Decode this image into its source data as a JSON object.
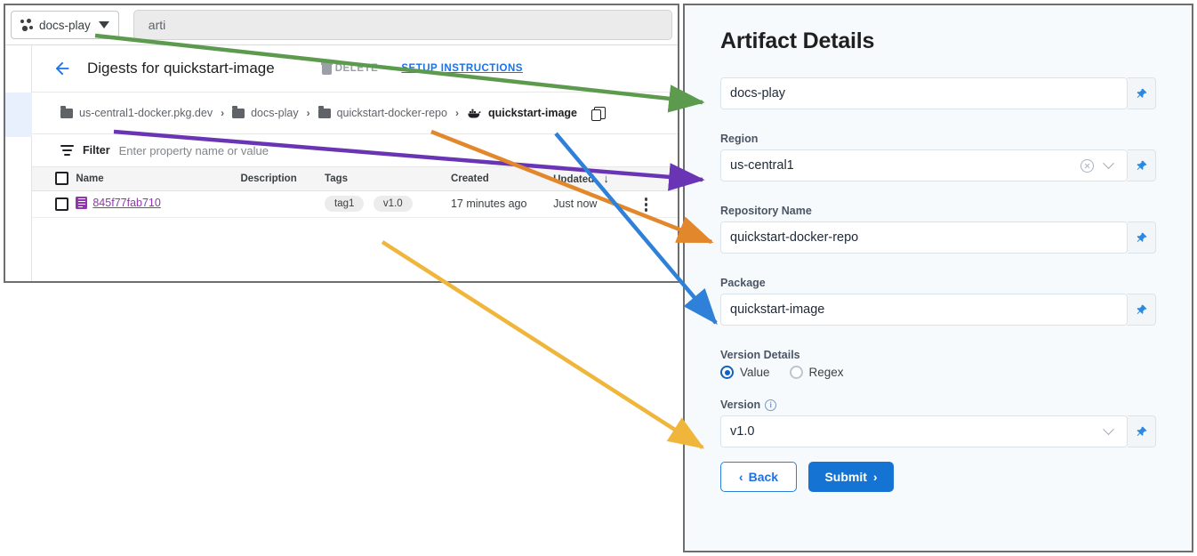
{
  "browser": {
    "project_chip": "docs-play",
    "project_chip_icon": "gcp-dots-icon",
    "omnibox_value": "arti"
  },
  "page": {
    "back_icon": "back-arrow-icon",
    "title": "Digests for quickstart-image",
    "actions": {
      "delete_label": "DELETE",
      "delete_icon": "trash-icon",
      "setup_label": "SETUP INSTRUCTIONS"
    },
    "breadcrumb": [
      {
        "label": "us-central1-docker.pkg.dev",
        "icon": "folder-icon"
      },
      {
        "label": "docs-play",
        "icon": "folder-icon"
      },
      {
        "label": "quickstart-docker-repo",
        "icon": "folder-icon"
      },
      {
        "label": "quickstart-image",
        "icon": "docker-whale-icon"
      }
    ],
    "breadcrumb_separator": "›",
    "copy_icon": "copy-icon",
    "filter": {
      "icon": "filter-icon",
      "label": "Filter",
      "placeholder": "Enter property name or value"
    },
    "table": {
      "columns": [
        "",
        "Name",
        "Description",
        "Tags",
        "Created",
        "Updated"
      ],
      "sorted_column": "Updated",
      "sort_icon": "arrow-down-icon",
      "rows": [
        {
          "checked": false,
          "name": "845f77fab710",
          "name_icon": "digest-doc-icon",
          "description": "",
          "tags": [
            "tag1",
            "v1.0"
          ],
          "created": "17 minutes ago",
          "updated": "Just now",
          "menu_icon": "kebab-menu-icon"
        }
      ]
    }
  },
  "form": {
    "title": "Artifact Details",
    "pin_icon": "pin-icon",
    "fields": [
      {
        "label": "",
        "value": "docs-play",
        "has_clear": false,
        "has_chevron": false
      },
      {
        "label": "Region",
        "value": "us-central1",
        "has_clear": true,
        "has_chevron": true
      },
      {
        "label": "Repository Name",
        "value": "quickstart-docker-repo",
        "has_clear": false,
        "has_chevron": false
      },
      {
        "label": "Package",
        "value": "quickstart-image",
        "has_clear": false,
        "has_chevron": false
      }
    ],
    "version_details": {
      "label": "Version Details",
      "options": [
        "Value",
        "Regex"
      ],
      "selected": "Value"
    },
    "version": {
      "label": "Version",
      "info_icon": "info-icon",
      "info_glyph": "i",
      "value": "v1.0",
      "has_chevron": true
    },
    "buttons": {
      "back_label": "Back",
      "back_chevron": "‹",
      "submit_label": "Submit",
      "submit_chevron": "›"
    }
  },
  "annotations": {
    "arrows": [
      {
        "name": "arrow-project-to-docs-play",
        "color": "#5c9a4e"
      },
      {
        "name": "arrow-registry-to-region",
        "color": "#6a35b5"
      },
      {
        "name": "arrow-repo-to-repository-name",
        "color": "#e2872c"
      },
      {
        "name": "arrow-image-to-package",
        "color": "#2f80d8"
      },
      {
        "name": "arrow-tag-to-version",
        "color": "#f0b63c"
      }
    ]
  },
  "colors": {
    "accent_blue": "#1a73e8",
    "submit_blue": "#1573d3",
    "digest_purple": "#9334b0",
    "panel_bg": "#f6fafd",
    "panel_border": "#6e6e6e"
  }
}
